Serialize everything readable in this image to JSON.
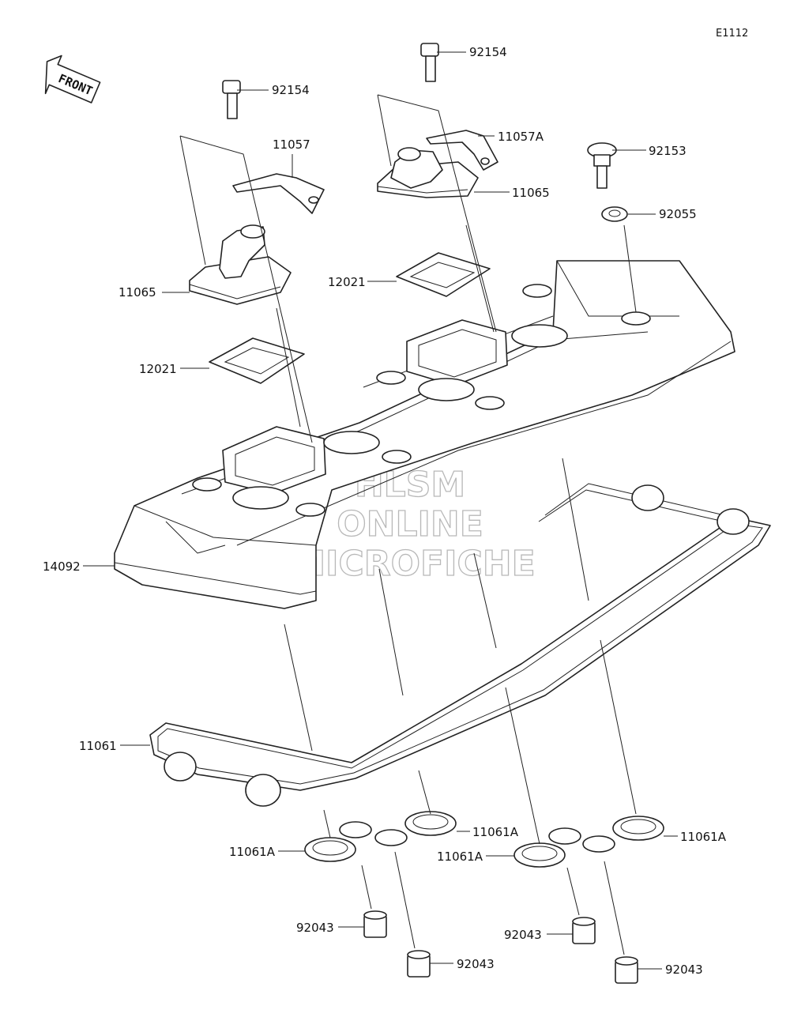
{
  "diagram_code": "E1112",
  "front_label": "FRONT",
  "watermark": [
    "HLSM",
    "ONLINE",
    "MICROFICHE"
  ],
  "callouts": {
    "bolt_upper_left": "92154",
    "bolt_upper_right": "92154",
    "bracket_left": "11057",
    "bracket_right": "11057A",
    "breather_cover_left": "11065",
    "breather_cover_right": "11065",
    "bolt_cap": "92153",
    "washer": "92055",
    "reed_gasket_left": "12021",
    "reed_gasket_right": "12021",
    "head_cover": "14092",
    "cover_gasket": "11061",
    "plug_gasket_1": "11061A",
    "plug_gasket_2": "11061A",
    "plug_gasket_3": "11061A",
    "plug_gasket_4": "11061A",
    "collar_1": "92043",
    "collar_2": "92043",
    "collar_3": "92043",
    "collar_4": "92043"
  }
}
